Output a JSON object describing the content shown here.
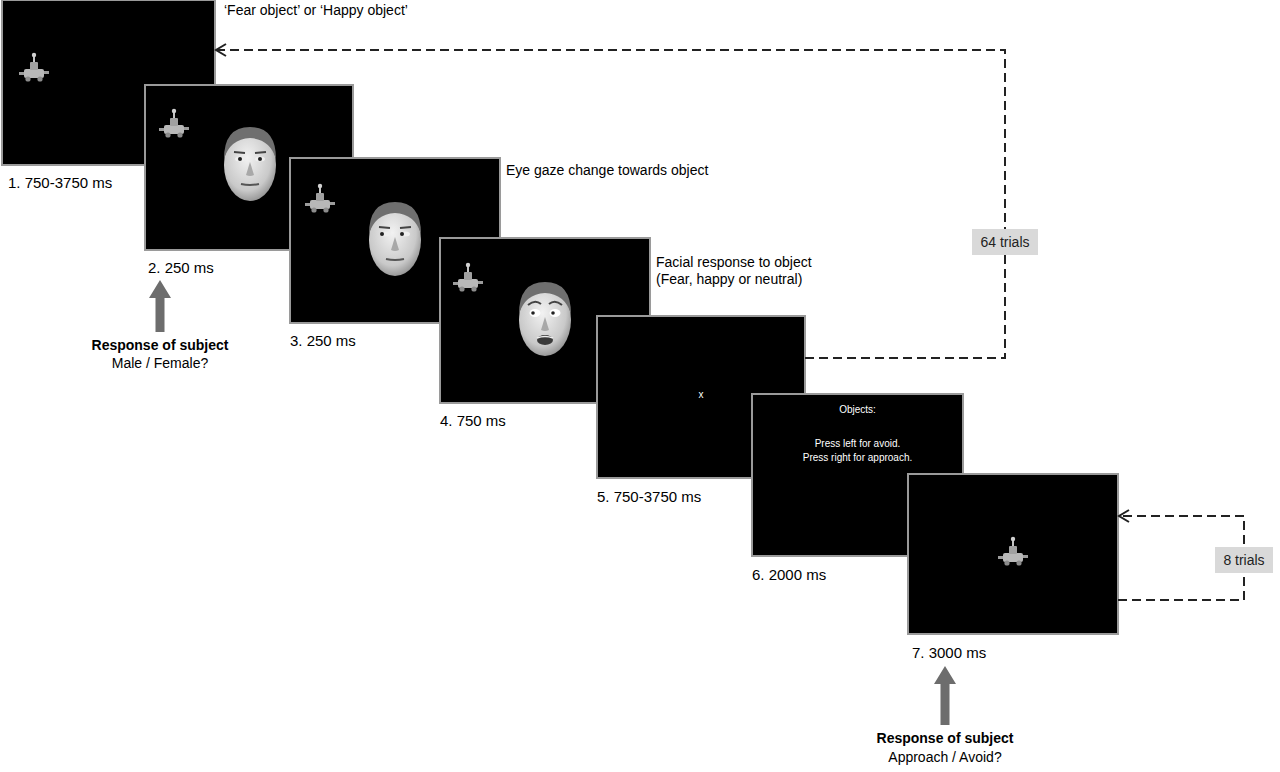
{
  "diagram": {
    "nodes": [
      {
        "text": [
          "‘Fear object’ or ‘Happy object’",
          "1. 750-3750 ms"
        ]
      },
      {
        "text": [
          "2. 250 ms"
        ]
      },
      {
        "text": [
          "Eye gaze change towards object",
          "3. 250 ms"
        ]
      },
      {
        "text": [
          "Facial response to object (Fear, happy or neutral)",
          "4. 750 ms"
        ]
      },
      {
        "text": [
          "x",
          "5. 750-3750 ms"
        ]
      },
      {
        "text": [
          "Objects:",
          "Press left for avoid.",
          "Press right for approach.",
          "6. 2000 ms"
        ]
      },
      {
        "text": [
          "7. 3000 ms"
        ]
      }
    ],
    "edges": [
      {
        "from": 4,
        "to": 0,
        "arrow": "to",
        "label": "64 trials"
      },
      {
        "from": 6,
        "to": 6,
        "arrow": "to",
        "label": "8 trials"
      }
    ],
    "labels": [
      "Response of subject",
      "Male / Female?",
      "Response of subject",
      "Approach / Avoid?"
    ]
  }
}
